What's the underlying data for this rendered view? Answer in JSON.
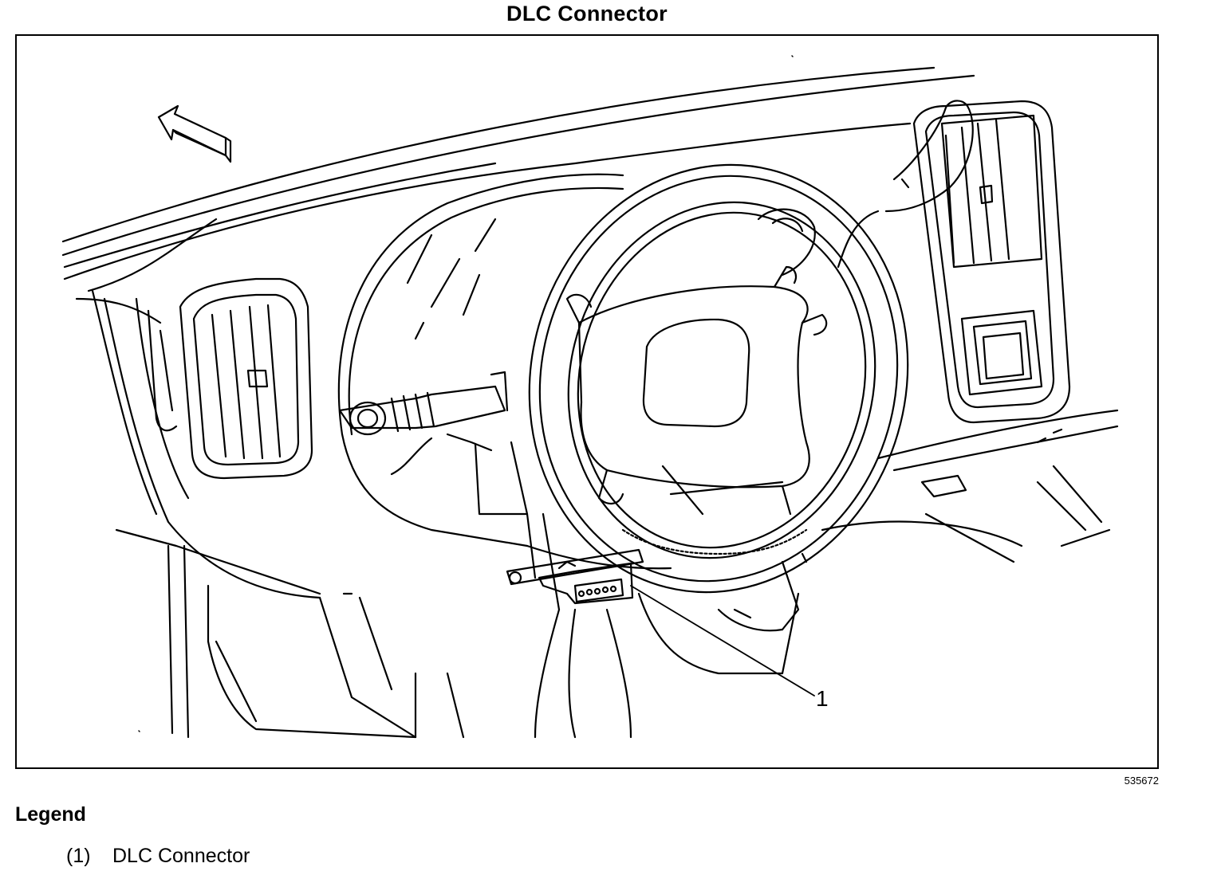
{
  "title": "DLC Connector",
  "figure": {
    "id": "535672",
    "callouts": [
      {
        "number": "1",
        "target": "DLC Connector"
      }
    ],
    "icons": [
      "direction-arrow-icon"
    ]
  },
  "legend": {
    "heading": "Legend",
    "items": [
      {
        "number": "(1)",
        "label": "DLC Connector"
      }
    ]
  }
}
